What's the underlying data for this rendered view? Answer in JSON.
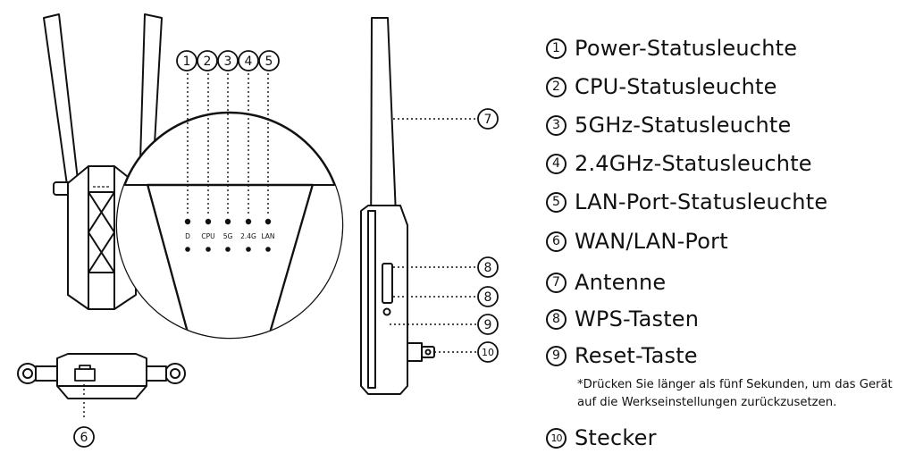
{
  "callouts": {
    "c1": "1",
    "c2": "2",
    "c3": "3",
    "c4": "4",
    "c5": "5",
    "c6": "6",
    "c7": "7",
    "c8a": "8",
    "c8b": "8",
    "c9": "9",
    "c10": "10"
  },
  "led_labels": {
    "power": "D",
    "cpu": "CPU",
    "ghz5": "5G",
    "ghz24": "2.4G",
    "lan": "LAN"
  },
  "legend": [
    {
      "num": "1",
      "label": "Power-Statusleuchte"
    },
    {
      "num": "2",
      "label": "CPU-Statusleuchte"
    },
    {
      "num": "3",
      "label": "5GHz-Statusleuchte"
    },
    {
      "num": "4",
      "label": "2.4GHz-Statusleuchte"
    },
    {
      "num": "5",
      "label": "LAN-Port-Statusleuchte"
    },
    {
      "num": "6",
      "label": "WAN/LAN-Port"
    },
    {
      "num": "7",
      "label": "Antenne"
    },
    {
      "num": "8",
      "label": "WPS-Tasten"
    },
    {
      "num": "9",
      "label": "Reset-Taste"
    },
    {
      "num": "10",
      "label": "Stecker"
    }
  ],
  "reset_note": "*Drücken Sie länger als fünf Sekunden, um das Gerät auf die Werkseinstellungen zurückzusetzen."
}
